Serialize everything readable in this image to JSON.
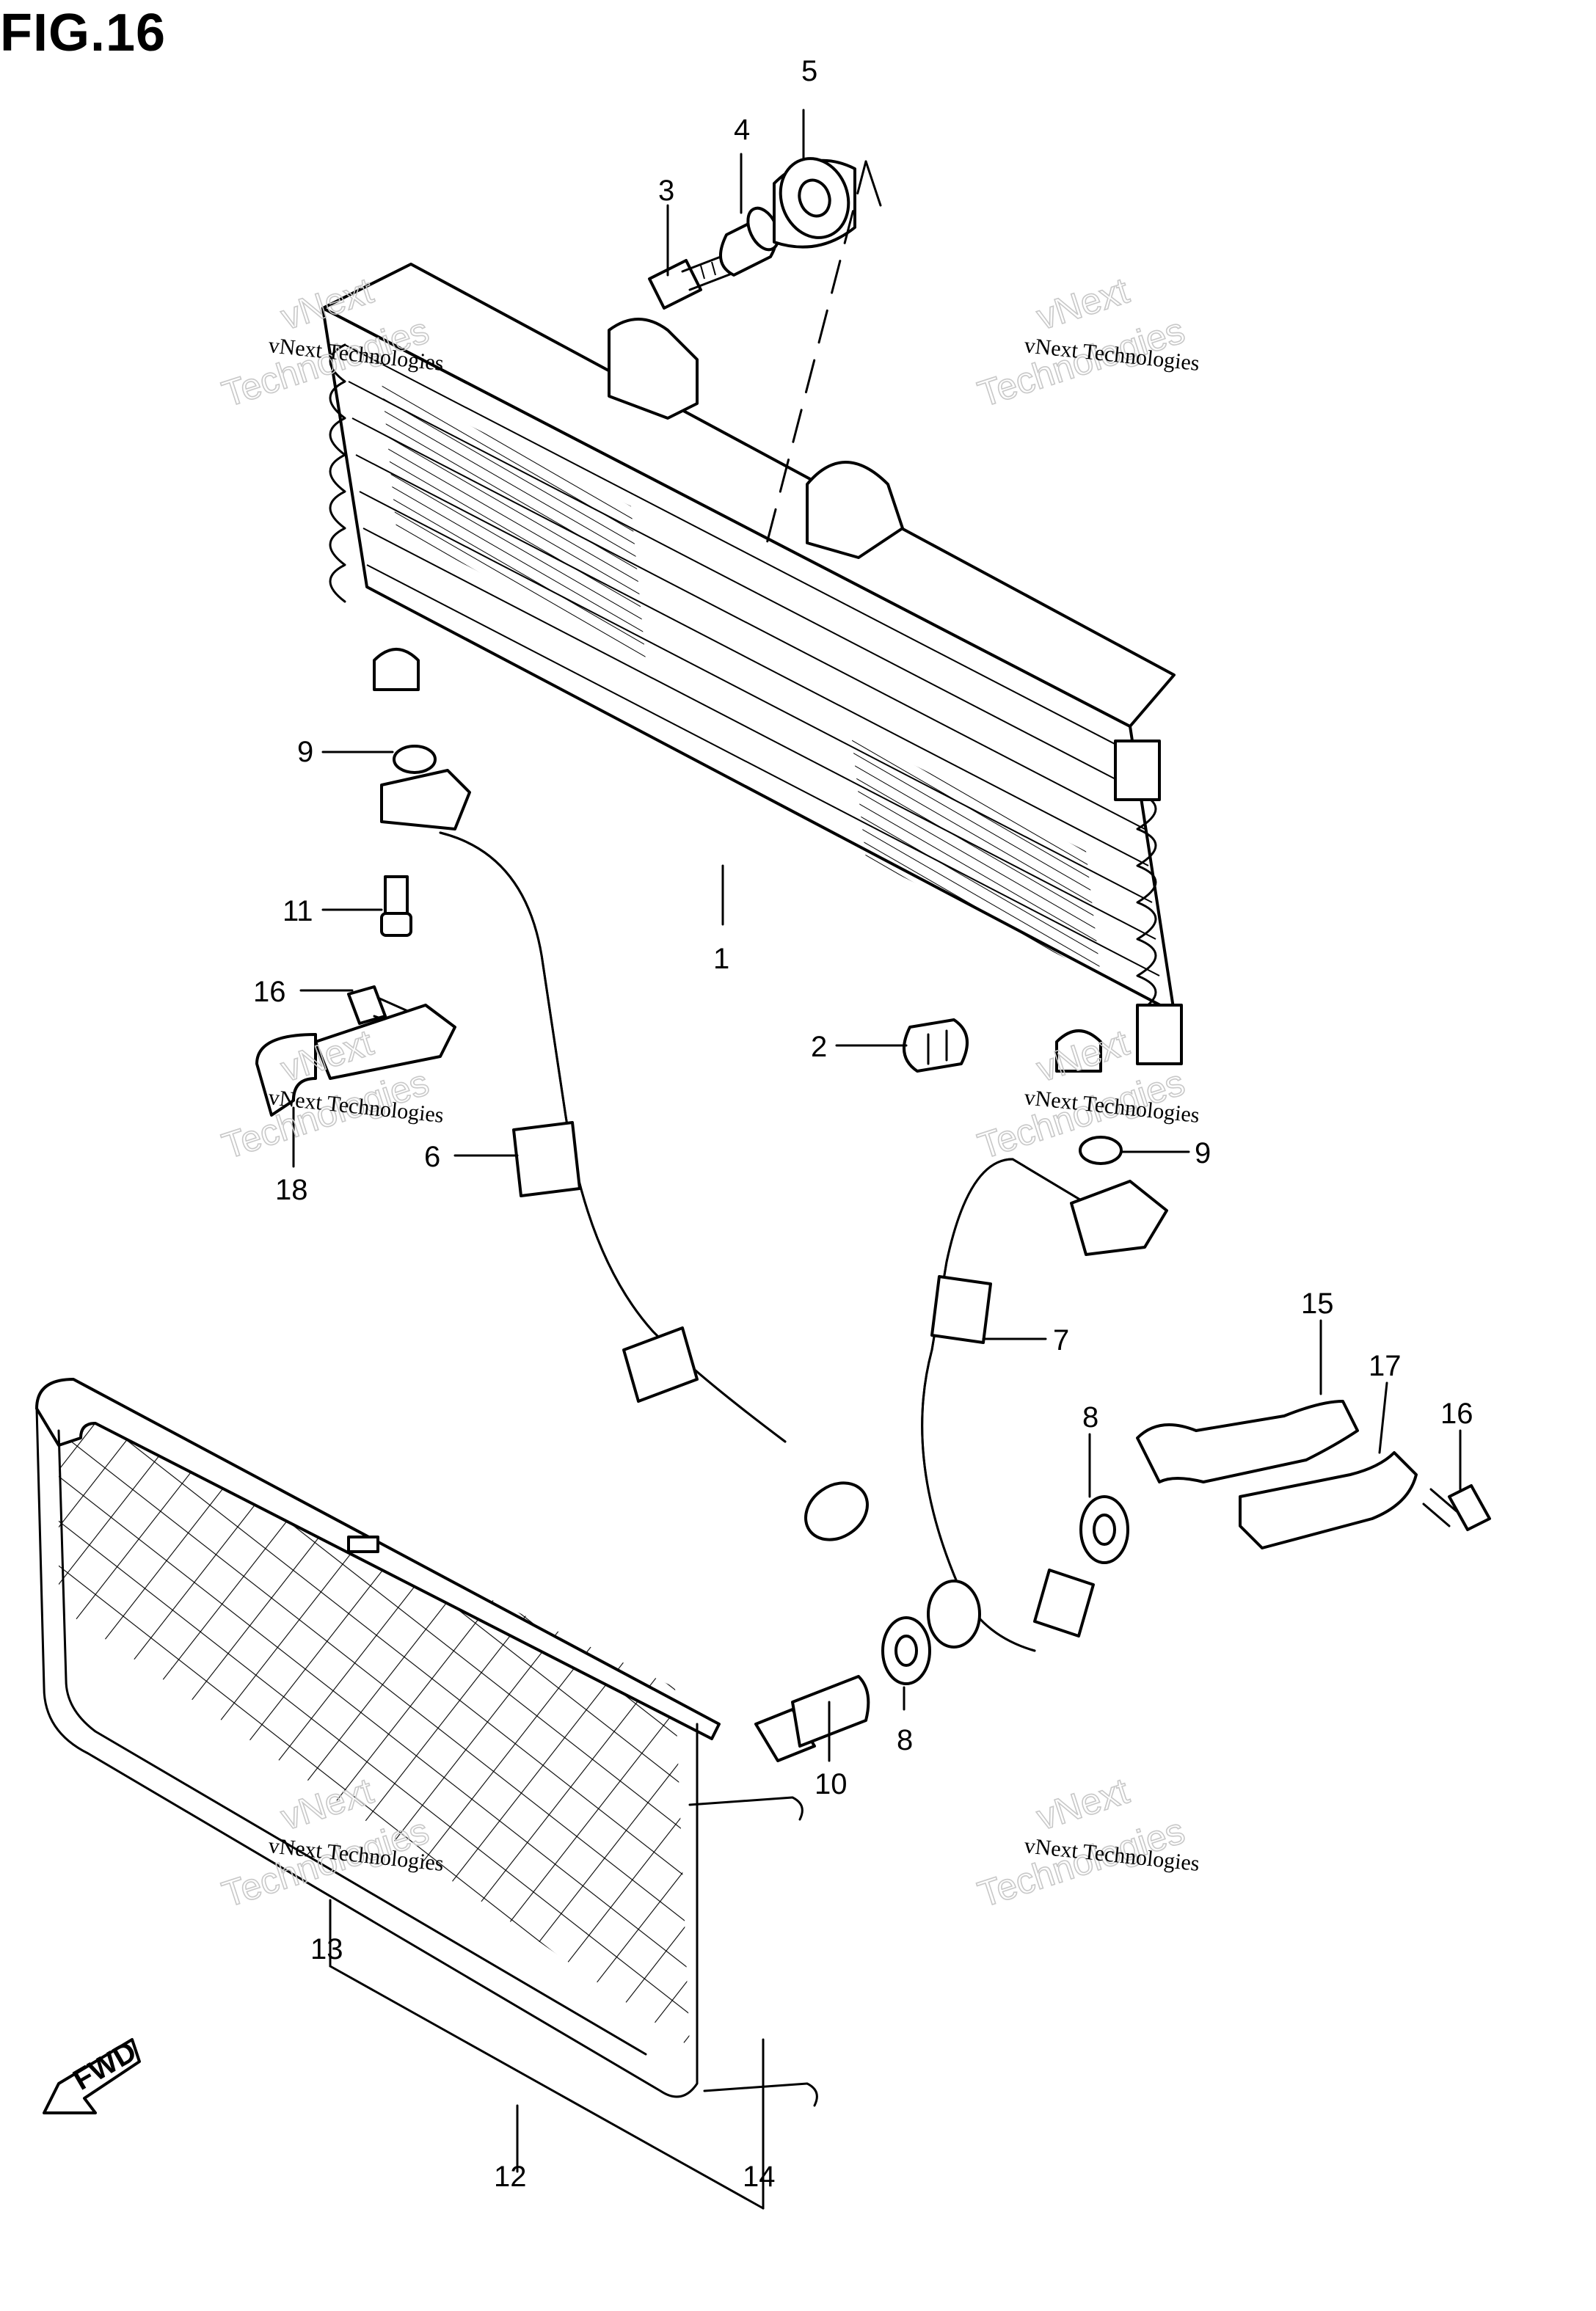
{
  "figure": {
    "title": "FIG.16",
    "fwd_label": "FWD"
  },
  "callouts": [
    "1",
    "2",
    "3",
    "4",
    "5",
    "6",
    "7",
    "8",
    "8",
    "9",
    "9",
    "10",
    "11",
    "12",
    "13",
    "14",
    "15",
    "16",
    "16",
    "17",
    "18"
  ],
  "watermarks": {
    "company_line": "vNext Technologies",
    "outline_top": "vNext",
    "outline_bottom": "Technologies"
  }
}
